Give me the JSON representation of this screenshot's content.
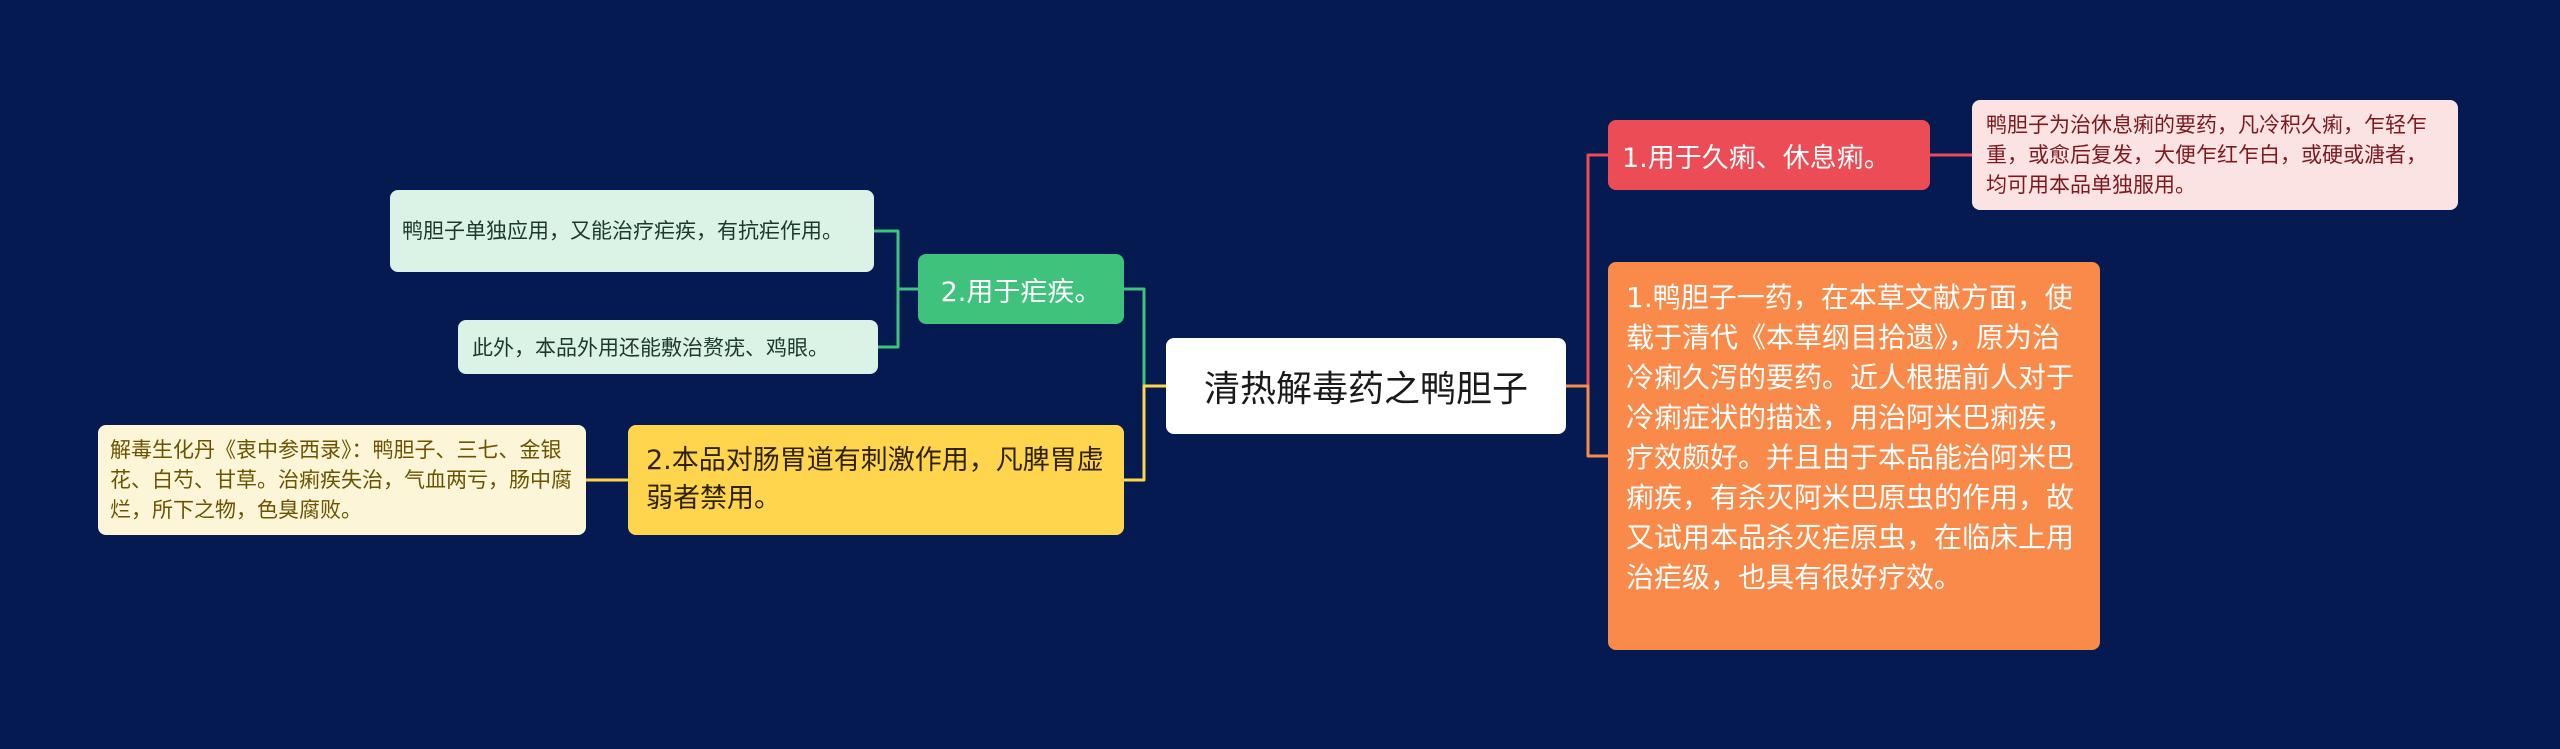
{
  "center": {
    "text": "清热解毒药之鸭胆子"
  },
  "right": {
    "branch1": {
      "text": "1.用于久痢、休息痢。",
      "leaf": "鸭胆子为治休息痢的要药，凡冷积久痢，乍轻乍重，或愈后复发，大便乍红乍白，或硬或溏者，均可用本品单独服用。"
    },
    "branch2": {
      "text": "1.鸭胆子一药，在本草文献方面，使载于清代《本草纲目拾遗》，原为治冷痢久泻的要药。近人根据前人对于冷痢症状的描述，用治阿米巴痢疾，疗效颇好。并且由于本品能治阿米巴痢疾，有杀灭阿米巴原虫的作用，故又试用本品杀灭疟原虫，在临床上用治疟级，也具有很好疗效。"
    }
  },
  "left": {
    "branch1": {
      "text": "2.用于疟疾。",
      "leaf1": "鸭胆子单独应用，又能治疗疟疾，有抗疟作用。",
      "leaf2": "此外，本品外用还能敷治赘疣、鸡眼。"
    },
    "branch2": {
      "text": "2.本品对肠胃道有刺激作用，凡脾胃虚弱者禁用。",
      "leaf": "解毒生化丹《衷中参西录》：鸭胆子、三七、金银花、白芍、甘草。治痢疾失治，气血两亏，肠中腐烂，所下之物，色臭腐败。"
    }
  },
  "colors": {
    "background": "#051a50",
    "red": "#ec4c55",
    "orange": "#f98a4a",
    "green": "#3ec27c",
    "yellow": "#fed54d"
  }
}
